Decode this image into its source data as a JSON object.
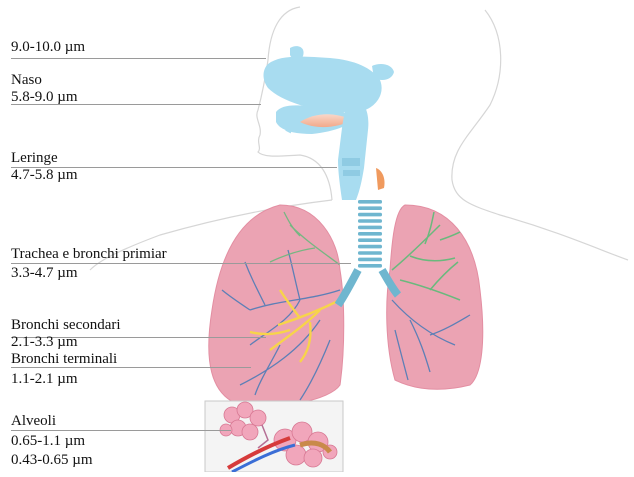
{
  "labels": {
    "top_range": "9.0-10.0 µm",
    "naso": {
      "name": "Naso",
      "range": "5.8-9.0 µm"
    },
    "leringe": {
      "name": "Leringe",
      "range": "4.7-5.8 µm"
    },
    "trachea": {
      "name": "Trachea e bronchi primiar",
      "range": "3.3-4.7 µm"
    },
    "bronchi_secondari": {
      "name": "Bronchi secondari",
      "range": "2.1-3.3 µm"
    },
    "bronchi_terminali": {
      "name": "Bronchi terminali",
      "range": "1.1-2.1 µm"
    },
    "alveoli": {
      "name": "Alveoli",
      "range1": "0.65-1.1 µm",
      "range2": "0.43-0.65 µm"
    }
  },
  "colors": {
    "airway": "#a8dcf0",
    "lung": "#eba3b3",
    "bronchi_left": "#f7d44a",
    "bronchi_right": "#6ab97d",
    "vessels": "#5d7fb6",
    "outline": "#d6d6d6",
    "leader": "#9a9a9a"
  }
}
